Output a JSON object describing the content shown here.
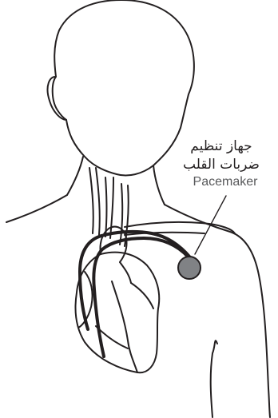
{
  "diagram": {
    "label_arabic_line1": "جهاز تنظيم",
    "label_arabic_line2": "ضربات القلب",
    "label_english": "Pacemaker"
  },
  "colors": {
    "outline": "#231f20",
    "device_fill": "#808285",
    "english_label": "#58595b",
    "background": "#ffffff"
  }
}
